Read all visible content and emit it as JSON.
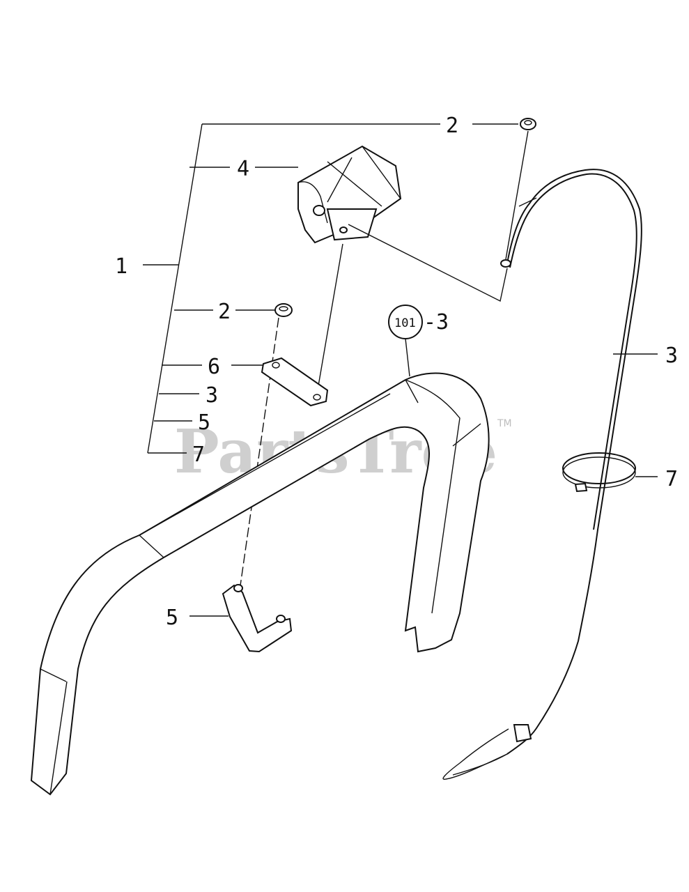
{
  "watermark": {
    "text": "PartsTree",
    "tm": "TM"
  },
  "callouts": {
    "c1": "1",
    "c2_top": "2",
    "c4": "4",
    "c2_mid": "2",
    "c6": "6",
    "c3_left": "3",
    "c5_left": "5",
    "c7_left": "7",
    "ref_circle": "101",
    "ref_dash": "-3",
    "c3_right": "3",
    "c7_right": "7",
    "c5_bottom": "5"
  },
  "colors": {
    "line": "#111111",
    "watermark": "#cfcfcf",
    "background": "#ffffff"
  }
}
